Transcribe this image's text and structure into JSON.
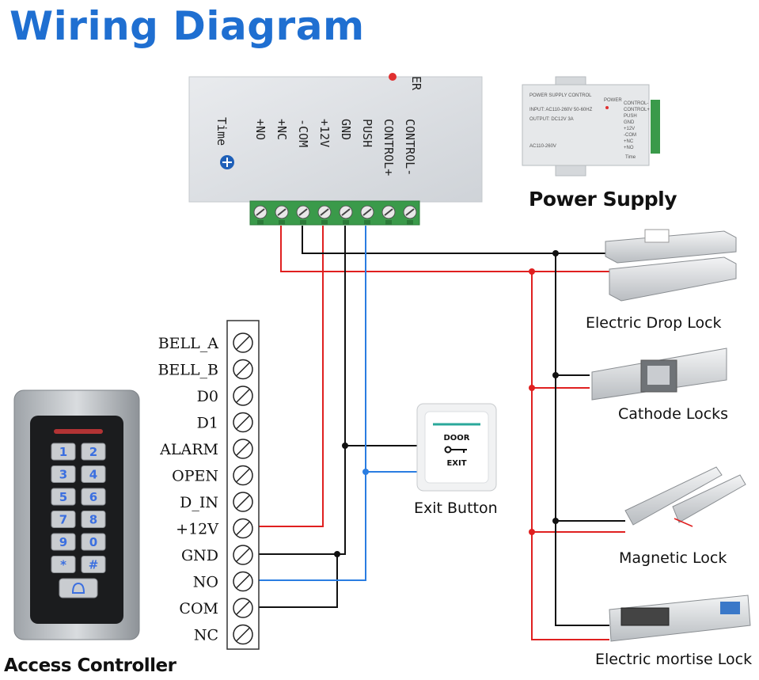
{
  "title": "Wiring Diagram",
  "captions": {
    "power_supply": "Power Supply",
    "exit_button": "Exit Button",
    "access_controller": "Access Controller",
    "drop_lock": "Electric Drop Lock",
    "cathode_locks": "Cathode Locks",
    "magnetic_lock": "Magnetic Lock",
    "mortise_lock": "Electric mortise Lock"
  },
  "power_supply_unit": {
    "time_label": "Time",
    "top_edge_label": "ER",
    "terminals": [
      "+NO",
      "+NC",
      "-COM",
      "+12V",
      "GND",
      "PUSH",
      "CONTROL+",
      "CONTROL-"
    ]
  },
  "power_supply_photo": {
    "header": "POWER SUPPLY CONTROL",
    "input": "INPUT: AC110-260V 50-60HZ",
    "output": "OUTPUT: DC12V  3A",
    "voltage": "AC110-260V",
    "power": "POWER",
    "time": "Time",
    "terminals": [
      "CONTROL-",
      "CONTROL+",
      "PUSH",
      "GND",
      "+12V",
      "-COM",
      "+NC",
      "+NO"
    ]
  },
  "controller_terminals": [
    "BELL_A",
    "BELL_B",
    "D0",
    "D1",
    "ALARM",
    "OPEN",
    "D_IN",
    "+12V",
    "GND",
    "NO",
    "COM",
    "NC"
  ],
  "keypad_keys": [
    "1",
    "2",
    "3",
    "4",
    "5",
    "6",
    "7",
    "8",
    "9",
    "0",
    "*",
    "#"
  ],
  "exit_button_text": {
    "line1": "DOOR",
    "line2": "EXIT"
  },
  "colors": {
    "title": "#1f6fd1",
    "wire_red": "#e02020",
    "wire_black": "#111111",
    "wire_blue": "#2a7de1",
    "terminal_green": "#3a9a4a",
    "keypad_blue": "#3b6fe0"
  }
}
